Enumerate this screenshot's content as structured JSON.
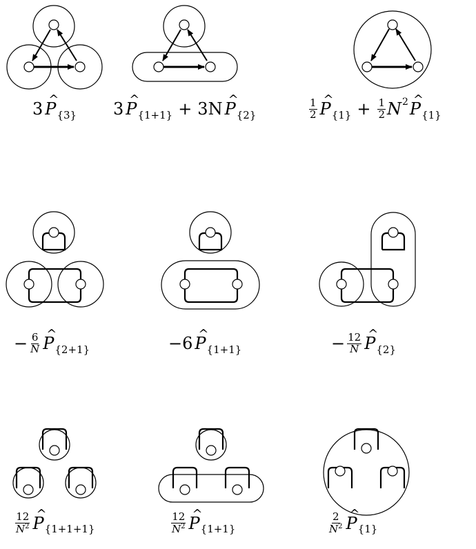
{
  "diagrams": [
    {
      "id": "3P3",
      "prefix": "3",
      "sub": "{3}"
    },
    {
      "id": "3P11_3NP2",
      "prefix": "3",
      "sub": "{1+1}",
      "plus": "+",
      "coef2": "3N",
      "sub2": "{2}"
    },
    {
      "id": "halfP1",
      "frac": {
        "num": "1",
        "den": "2"
      },
      "sub": "{1}",
      "plus": "+",
      "frac2": {
        "num": "1",
        "den": "2"
      },
      "coef2": "N",
      "sup2": "2",
      "sub2": "{1}"
    },
    {
      "id": "m6NP21",
      "prefix": "−",
      "frac": {
        "num": "6",
        "den": "N"
      },
      "sub": "{2+1}"
    },
    {
      "id": "m6P11",
      "prefix": "−6",
      "sub": "{1+1}"
    },
    {
      "id": "m12NP2",
      "prefix": "−",
      "frac": {
        "num": "12",
        "den": "N"
      },
      "sub": "{2}"
    },
    {
      "id": "12N2P111",
      "frac": {
        "num": "12",
        "den": "N",
        "den_sup": "2"
      },
      "sub": "{1+1+1}"
    },
    {
      "id": "12N2P11",
      "frac": {
        "num": "12",
        "den": "N",
        "den_sup": "2"
      },
      "sub": "{1+1}"
    },
    {
      "id": "2N2P1",
      "frac": {
        "num": "2",
        "den": "N",
        "den_sup": "2"
      },
      "sub": "{1}"
    }
  ],
  "symbol": "P",
  "hat": "^"
}
